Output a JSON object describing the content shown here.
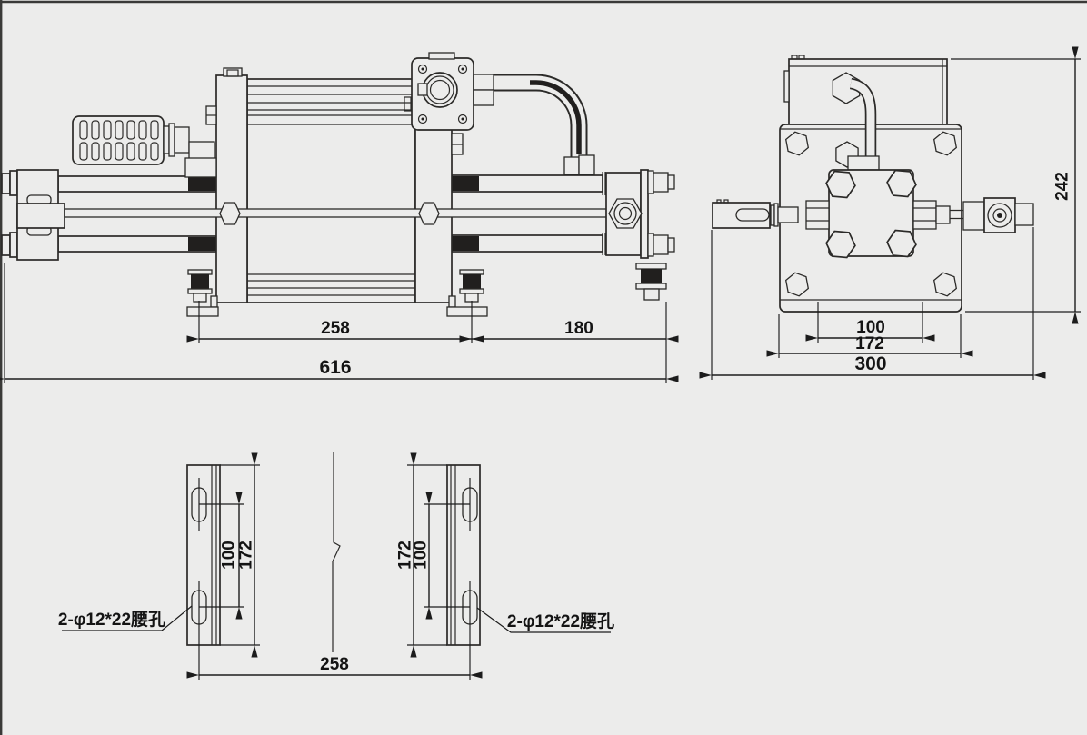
{
  "canvas": {
    "background": "#ececeb",
    "line_color": "#2b2a28"
  },
  "views": {
    "side": {
      "dims": {
        "cylinder_span": "258",
        "outlet_span": "180",
        "overall_length": "616"
      }
    },
    "end": {
      "dims": {
        "slot_spacing": "100",
        "base_width": "172",
        "overall_width": "300",
        "overall_height": "242"
      }
    },
    "brackets": {
      "left": {
        "slot_spacing": "100",
        "plate_height": "172",
        "slot_label": "2-φ12*22腰孔"
      },
      "right": {
        "plate_height": "172",
        "slot_spacing": "100",
        "slot_label": "2-φ12*22腰孔"
      },
      "span": "258"
    }
  }
}
